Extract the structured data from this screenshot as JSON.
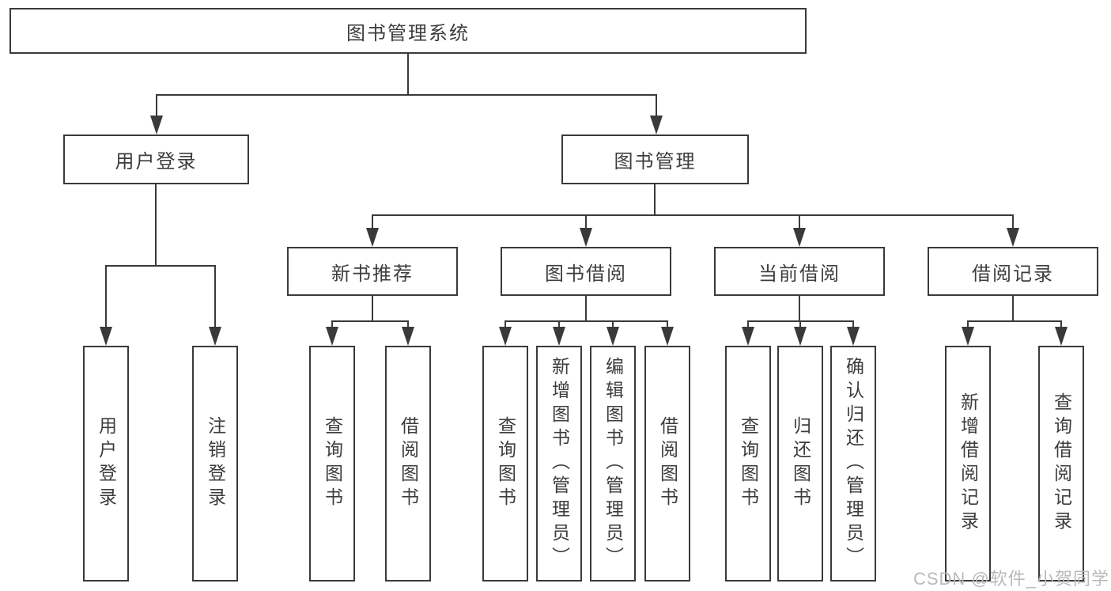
{
  "colors": {
    "line": "#3a3a3a",
    "text": "#3d3d3d",
    "background": "#ffffff",
    "watermark": "#b9b9b9"
  },
  "watermark": {
    "text": "CSDN @软件_小贺同学"
  },
  "tree": {
    "root": {
      "label": "图书管理系统"
    },
    "branches": [
      {
        "label": "用户登录",
        "leaves": [
          "用户登录",
          "注销登录"
        ]
      },
      {
        "label": "图书管理",
        "groups": [
          {
            "label": "新书推荐",
            "leaves": [
              "查询图书",
              "借阅图书"
            ]
          },
          {
            "label": "图书借阅",
            "leaves": [
              "查询图书",
              "新增图书（管理员）",
              "编辑图书（管理员）",
              "借阅图书"
            ]
          },
          {
            "label": "当前借阅",
            "leaves": [
              "查询图书",
              "归还图书",
              "确认归还（管理员）"
            ]
          },
          {
            "label": "借阅记录",
            "leaves": [
              "新增借阅记录",
              "查询借阅记录"
            ]
          }
        ]
      }
    ]
  }
}
